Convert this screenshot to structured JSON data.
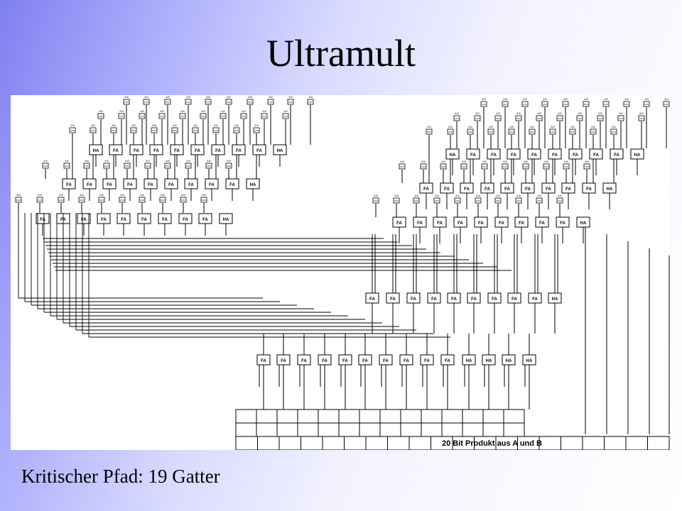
{
  "slide": {
    "title": "Ultramult",
    "footer": "Kritischer Pfad: 19 Gatter"
  },
  "diagram": {
    "adder_labels": {
      "full": "FA",
      "half": "HA"
    },
    "output_label": "20 Bit Produkt aus A und B",
    "input_tag": "A B"
  }
}
